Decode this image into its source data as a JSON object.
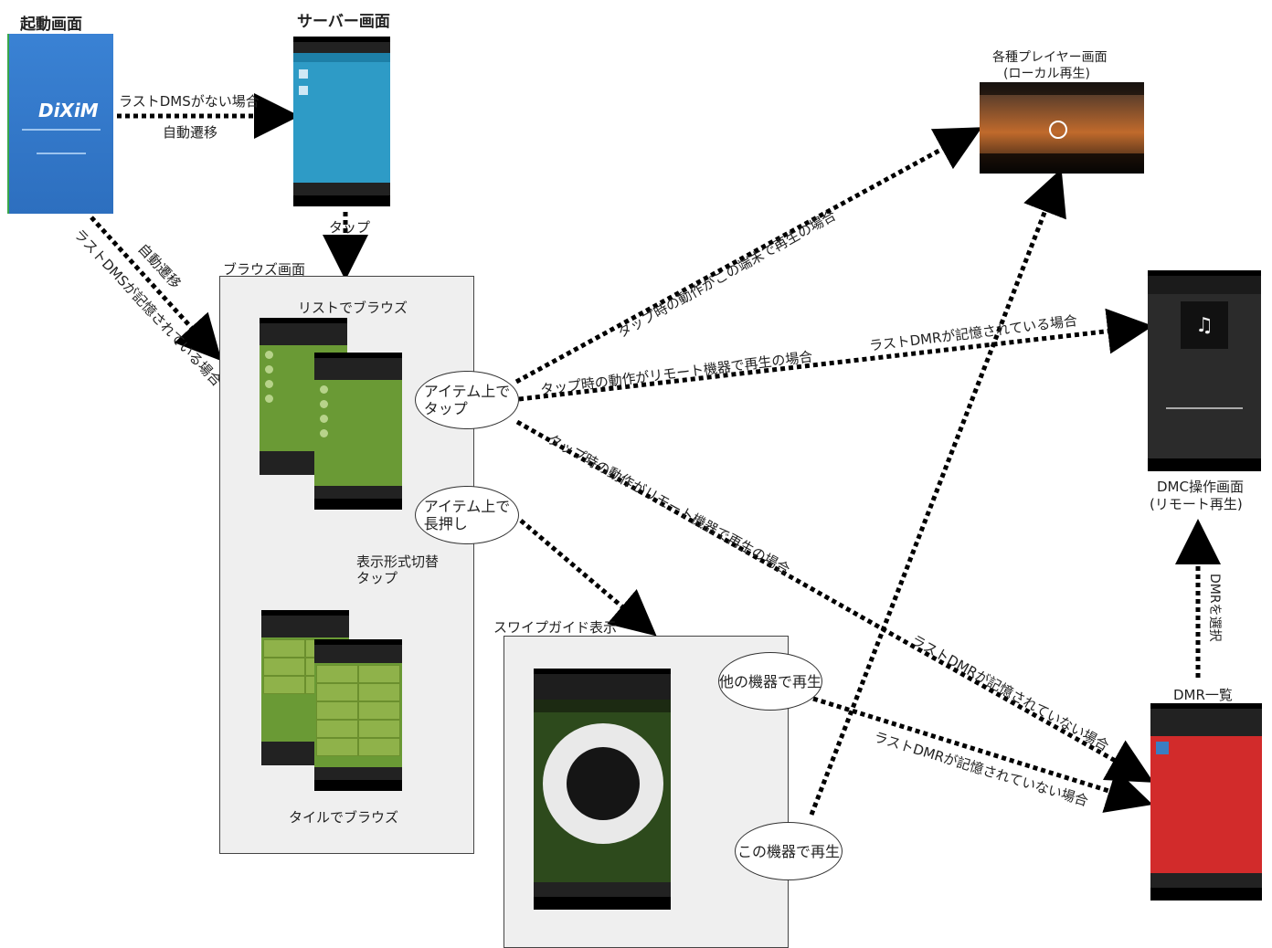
{
  "nodes": {
    "startup_title": "起動画面",
    "startup_logo": "DiXiM",
    "server_title": "サーバー画面",
    "browse_title": "ブラウズ画面",
    "browse_list": "リストでブラウズ",
    "browse_tile": "タイルでブラウズ",
    "swipe_title": "スワイプガイド表示",
    "player_title_line1": "各種プレイヤー画面",
    "player_title_line2": "(ローカル再生)",
    "dmc_title_line1": "DMC操作画面",
    "dmc_title_line2": "(リモート再生)",
    "dmr_title": "DMR一覧"
  },
  "ellipses": {
    "tap_item": "アイテム上で\nタップ",
    "long_press": "アイテム上で\n長押し",
    "play_other": "他の機器で再生",
    "play_this": "この機器で再生"
  },
  "edges": {
    "no_last_dms": "ラストDMSがない場合",
    "auto_transition_1": "自動遷移",
    "auto_transition_2": "自動遷移",
    "last_dms_stored": "ラストDMSが記憶されている場合",
    "tap": "タップ",
    "toggle_view_line1": "表示形式切替",
    "toggle_view_line2": "タップ",
    "tap_local": "タップ時の動作がこの端末で再生の場合",
    "tap_remote_1": "タップ時の動作がリモート機器で再生の場合",
    "last_dmr_stored": "ラストDMRが記憶されている場合",
    "tap_remote_2": "タップ時の動作がリモート機器で再生の場合",
    "last_dmr_not_stored_1": "ラストDMRが記憶されていない場合",
    "last_dmr_not_stored_2": "ラストDMRが記憶されていない場合",
    "select_dmr": "DMRを選択"
  },
  "colors": {
    "server_bg": "#2e9bc6",
    "browse_green": "#6a9a35",
    "dmr_red": "#d22b2b",
    "startup_blue": "#2f74c8",
    "dark": "#2b2b2b"
  }
}
